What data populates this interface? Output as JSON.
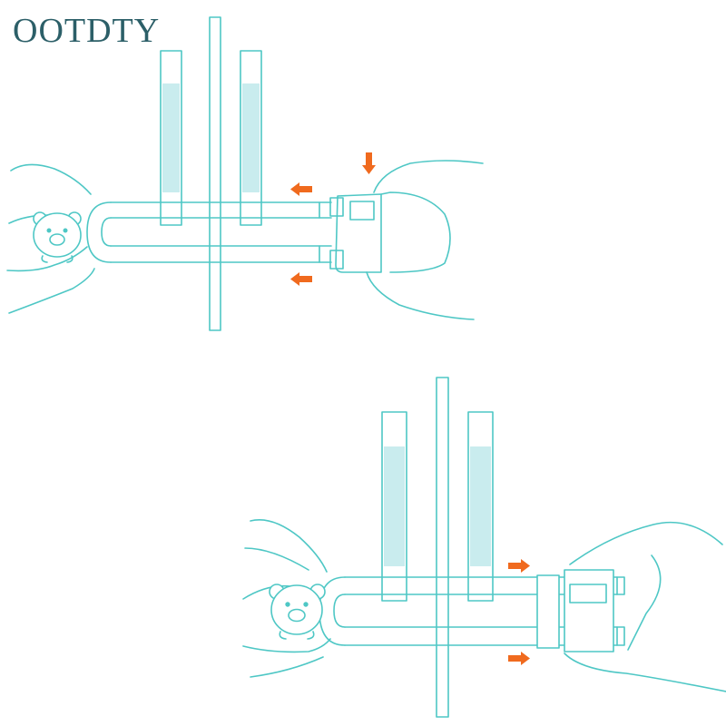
{
  "brand": {
    "name": "OOTDTY"
  },
  "colors": {
    "line": "#4ec7c5",
    "tint": "#c9ecee",
    "arrow": "#f06a1e",
    "brand": "#2c5f68"
  },
  "panels": [
    {
      "id": "lock-installed",
      "arrow_direction": "left",
      "arrow_count": 3
    },
    {
      "id": "lock-released",
      "arrow_direction": "right",
      "arrow_count": 2
    }
  ]
}
